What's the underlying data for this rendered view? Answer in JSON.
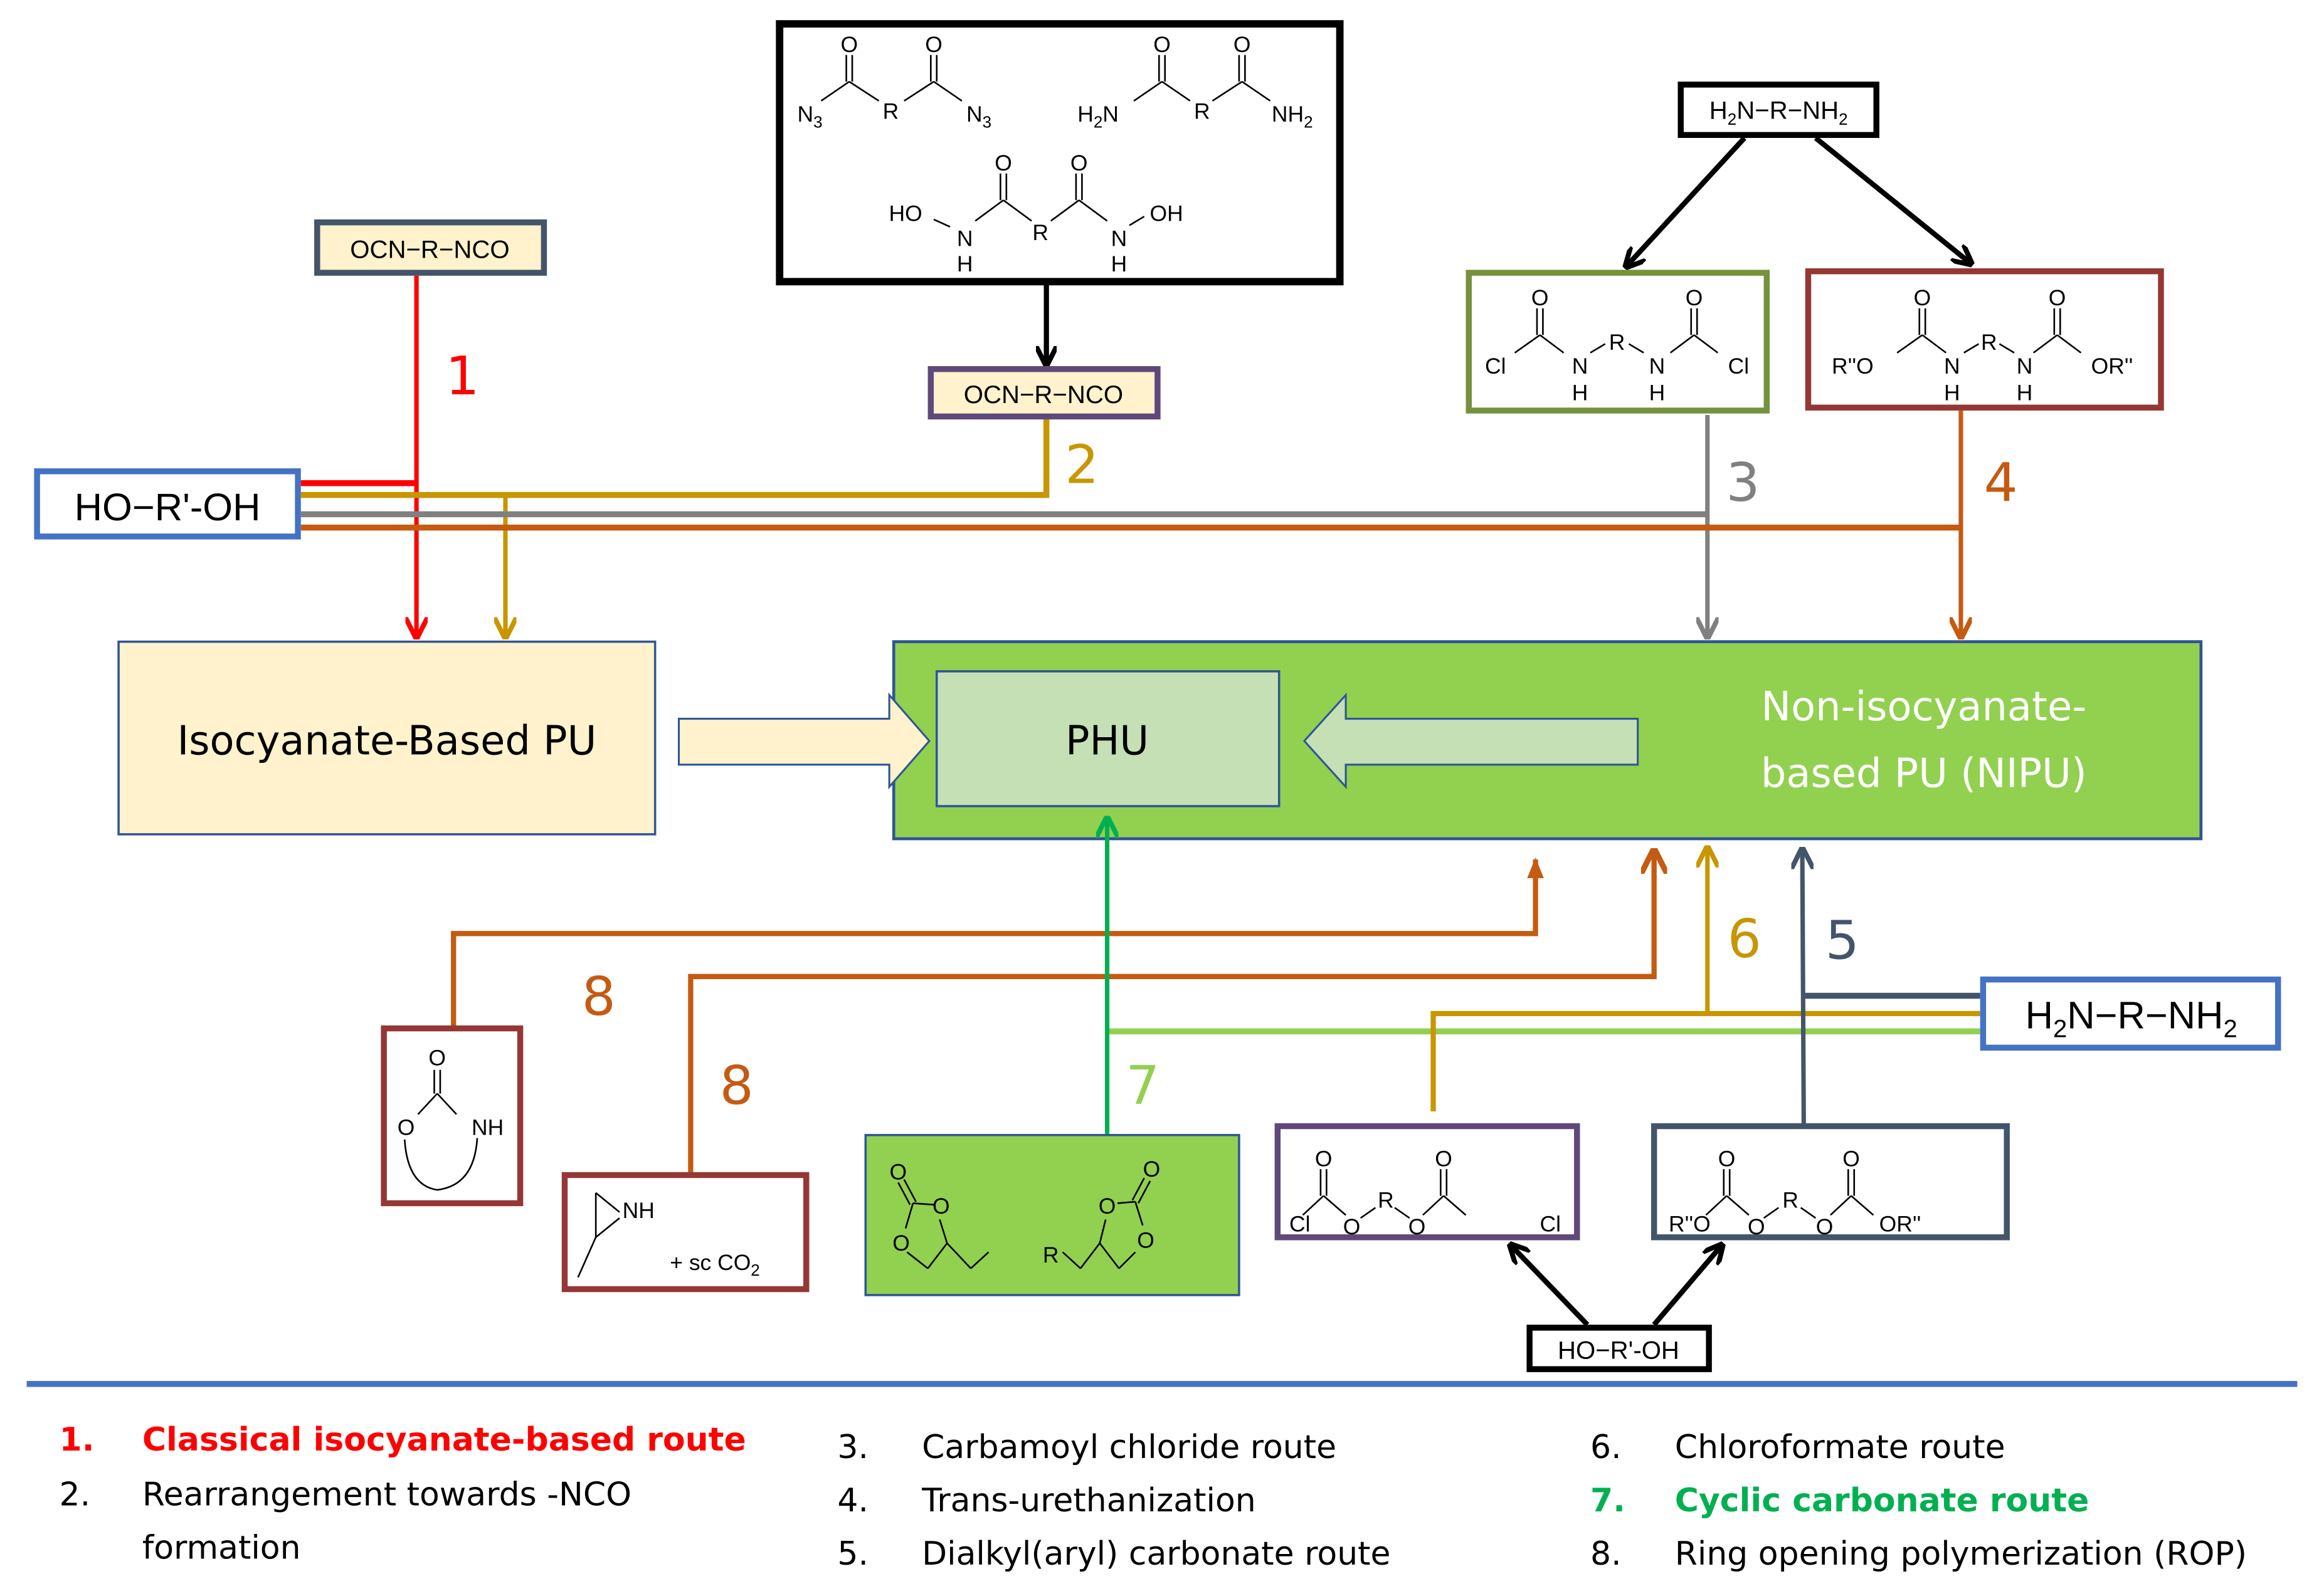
{
  "colors": {
    "route1": "#ff0000",
    "route2": "#c89600",
    "route3": "#808080",
    "route4": "#c55a11",
    "route5": "#44546a",
    "route6": "#c89600",
    "route7_arrow": "#00b050",
    "route7_line": "#92d050",
    "route8": "#c55a11",
    "isocyanate_pu_fill": "#fff2cc",
    "nipu_fill": "#92d050",
    "phu_fill": "#c5e0b4",
    "blue_border": "#4472c4",
    "legend_red": "#ff0000",
    "legend_green": "#00b050"
  },
  "reagents": {
    "diisocyanate_1": "OCN−R−NCO",
    "diisocyanate_2": "OCN−R−NCO",
    "diol_left": "HO−R'-OH",
    "diol_bottom": "HO−R'-OH",
    "diamine_top": {
      "a": "H",
      "a_sub": "2",
      "b": "N−R−NH",
      "b_sub": "2"
    },
    "diamine_right": {
      "a": "H",
      "a_sub": "2",
      "b": "N−R−NH",
      "b_sub": "2"
    }
  },
  "precursor_box": {
    "diacyl_azide": {
      "o1": "O",
      "o2": "O",
      "n3_left": "N",
      "n3_left_sub": "3",
      "r": "R",
      "n3_right": "N",
      "n3_right_sub": "3"
    },
    "diamide": {
      "o1": "O",
      "o2": "O",
      "h2n": "H",
      "h2n_sub": "2",
      "h2n_n": "N",
      "r": "R",
      "nh2": "NH",
      "nh2_sub": "2"
    },
    "dihydroxamic_acid": {
      "o1": "O",
      "o2": "O",
      "ho": "HO",
      "n1": "N",
      "h1": "H",
      "r": "R",
      "n2": "N",
      "h2": "H",
      "oh": "OH"
    }
  },
  "carbamoyl_chloride": {
    "o1": "O",
    "o2": "O",
    "cl1": "Cl",
    "n1": "N",
    "h1": "H",
    "r": "R",
    "n2": "N",
    "h2": "H",
    "cl2": "Cl"
  },
  "dicarbamate": {
    "o1": "O",
    "o2": "O",
    "ro1": "R''O",
    "n1": "N",
    "h1": "H",
    "r": "R",
    "n2": "N",
    "h2": "H",
    "ro2": "OR''"
  },
  "bischloroformate": {
    "o1": "O",
    "o2": "O",
    "cl1": "Cl",
    "ox1": "O",
    "r": "R",
    "ox2": "O",
    "cl2": "Cl"
  },
  "dialkyl_carbonate": {
    "o1": "O",
    "o2": "O",
    "ro1": "R''O",
    "ox1": "O",
    "r": "R",
    "ox2": "O",
    "ro2": "OR''"
  },
  "cyclic_carbonate": {
    "o_top_l": "O",
    "o_ring_l": "O",
    "o_low_l": "O",
    "r": "R",
    "o_top_r": "O",
    "o_ring_r": "O",
    "o_low_r": "O"
  },
  "cyclic_carbamate": {
    "o_top": "O",
    "o_ring": "O",
    "nh": "NH"
  },
  "aziridine": {
    "nh": "NH",
    "co2": "+ sc CO",
    "co2_sub": "2"
  },
  "products": {
    "isocyanate_pu": "Isocyanate-Based PU",
    "phu": "PHU",
    "nipu_line1": "Non-isocyanate-",
    "nipu_line2": "based PU (NIPU)"
  },
  "route_numbers": {
    "r1": "1",
    "r2": "2",
    "r3": "3",
    "r4": "4",
    "r5": "5",
    "r6": "6",
    "r7": "7",
    "r8a": "8",
    "r8b": "8"
  },
  "legend": {
    "col1": [
      {
        "num": "1.",
        "text": "Classical isocyanate-based route",
        "highlight": "red"
      },
      {
        "num": "2.",
        "text": "Rearrangement towards -NCO",
        "text2": "formation",
        "highlight": "none"
      }
    ],
    "col2": [
      {
        "num": "3.",
        "text": "Carbamoyl chloride route"
      },
      {
        "num": "4.",
        "text": "Trans-urethanization"
      },
      {
        "num": "5.",
        "text": "Dialkyl(aryl) carbonate route"
      }
    ],
    "col3": [
      {
        "num": "6.",
        "text": "Chloroformate route",
        "highlight": "none"
      },
      {
        "num": "7.",
        "text": "Cyclic carbonate route",
        "highlight": "green"
      },
      {
        "num": "8.",
        "text": "Ring opening polymerization (ROP)",
        "highlight": "none"
      }
    ]
  }
}
